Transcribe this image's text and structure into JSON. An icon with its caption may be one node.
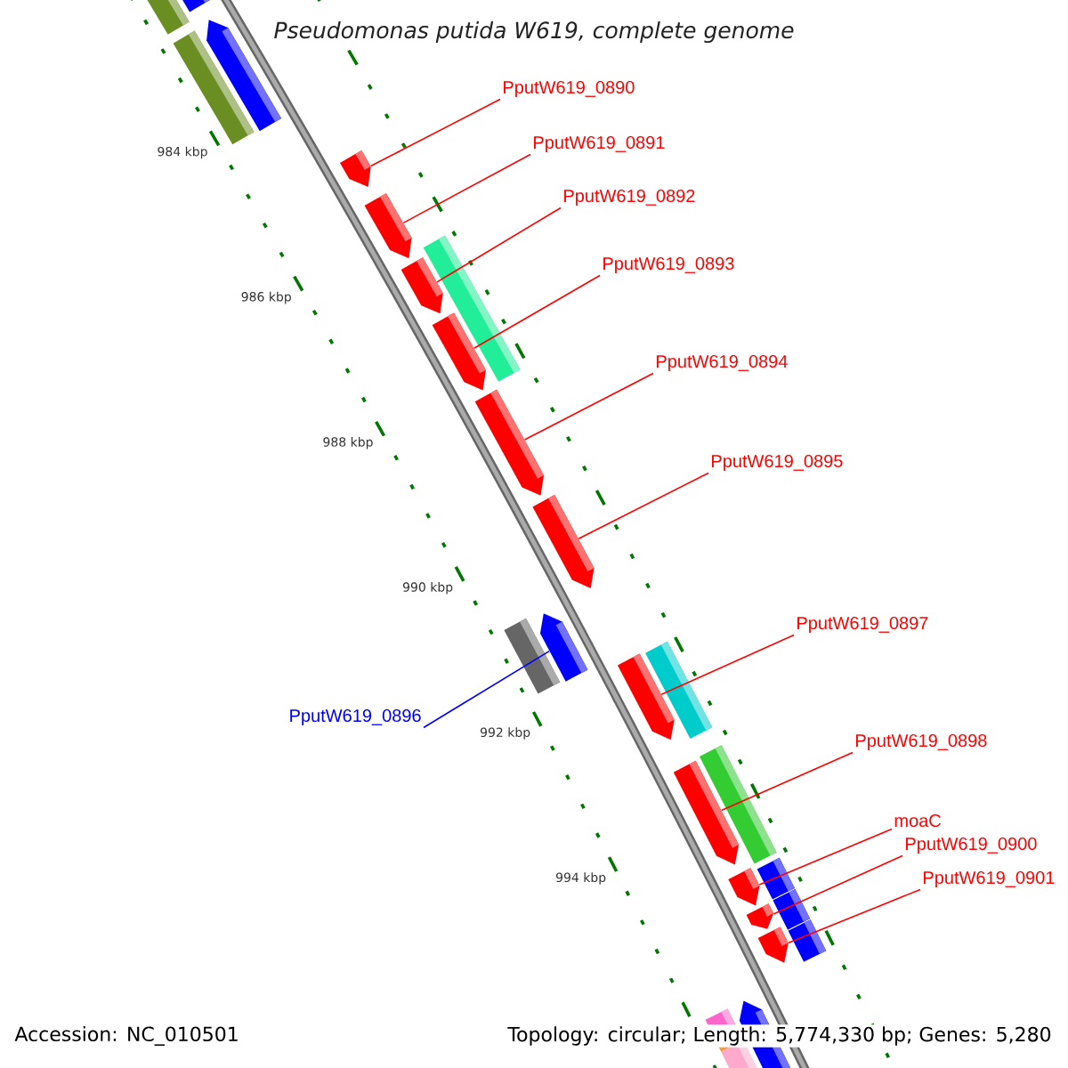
{
  "diagram": {
    "title": "Pseudomonas putida W619, complete genome",
    "nodes": [
      {
        "text": [
          "PputW619_0890"
        ]
      },
      {
        "text": [
          "PputW619_0891"
        ]
      },
      {
        "text": [
          "PputW619_0892"
        ]
      },
      {
        "text": [
          "PputW619_0893"
        ]
      },
      {
        "text": [
          "PputW619_0894"
        ]
      },
      {
        "text": [
          "PputW619_0895"
        ]
      },
      {
        "text": [
          "PputW619_0896"
        ]
      },
      {
        "text": [
          "PputW619_0897"
        ]
      },
      {
        "text": [
          "PputW619_0898"
        ]
      },
      {
        "text": [
          "moaC"
        ]
      },
      {
        "text": [
          "PputW619_0900"
        ]
      },
      {
        "text": [
          "PputW619_0901"
        ]
      },
      {
        "text": [],
        "shape": "bar"
      },
      {
        "text": [],
        "shape": "bar"
      },
      {
        "text": [],
        "shape": "bar"
      },
      {
        "text": [],
        "shape": "bar"
      },
      {
        "text": [],
        "shape": "bar"
      },
      {
        "text": [],
        "shape": "bar"
      },
      {
        "text": [],
        "shape": "bar"
      },
      {
        "text": [],
        "shape": "bar"
      },
      {
        "text": [],
        "shape": "bar"
      },
      {
        "text": [],
        "shape": "bar"
      },
      {
        "text": [],
        "shape": "bar"
      },
      {
        "text": [],
        "shape": "bar"
      }
    ],
    "edges": [
      {
        "from": 0,
        "to": 12,
        "arrow": "none"
      },
      {
        "from": 1,
        "to": 13,
        "arrow": "none"
      },
      {
        "from": 2,
        "to": 14,
        "arrow": "none"
      },
      {
        "from": 3,
        "to": 15,
        "arrow": "none"
      },
      {
        "from": 4,
        "to": 16,
        "arrow": "none"
      },
      {
        "from": 5,
        "to": 17,
        "arrow": "none"
      },
      {
        "from": 6,
        "to": 18,
        "arrow": "none",
        "color": "#0000ff"
      },
      {
        "from": 7,
        "to": 19,
        "arrow": "none"
      },
      {
        "from": 8,
        "to": 20,
        "arrow": "none"
      },
      {
        "from": 9,
        "to": 21,
        "arrow": "none"
      },
      {
        "from": 10,
        "to": 22,
        "arrow": "none"
      },
      {
        "from": 11,
        "to": 23,
        "arrow": "none"
      }
    ],
    "labels": [
      "984 kbp",
      "986 kbp",
      "988 kbp",
      "990 kbp",
      "992 kbp",
      "994 kbp",
      "Accession: NC_010501",
      "Topology: circular; Length: 5,774,330 bp; Genes: 5,280"
    ]
  }
}
